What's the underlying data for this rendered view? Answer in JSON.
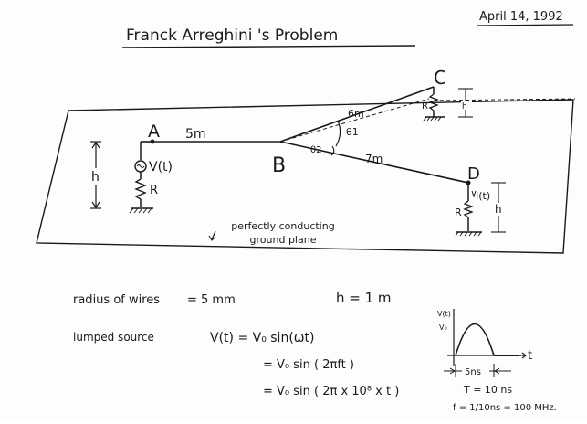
{
  "header": {
    "title": "Franck  Arreghini 's  Problem",
    "date": "April 14, 1992"
  },
  "diagram": {
    "node_a": "A",
    "node_b": "B",
    "node_c": "C",
    "node_d": "D",
    "len_ab": "5m",
    "len_bc": "6m",
    "len_bd": "7m",
    "theta1": "θ1",
    "theta2": "θ2",
    "source": "V(t)",
    "r_left": "R",
    "r_c": "R",
    "r_d": "R",
    "h_left": "h",
    "h_c": "h",
    "h_d": "h",
    "current_d": "I(t)",
    "ground_plane": "perfectly conducting ground plane"
  },
  "notes": {
    "radius_label": "radius of wires",
    "radius_value": "= 5 mm",
    "h_value": "h = 1 m",
    "source_label": "lumped source",
    "eq1": "V(t) = V₀ sin(ωt)",
    "eq2": "= V₀ sin ( 2πft )",
    "eq3": "= V₀ sin ( 2π x 10⁸ x t )"
  },
  "pulse": {
    "y_axis_label": "V(t)",
    "peak_label": "V₀",
    "t_axis_label": "t",
    "width_label": "5ns",
    "period": "T = 10 ns",
    "freq": "f = 1/10ns = 100 MHz."
  }
}
